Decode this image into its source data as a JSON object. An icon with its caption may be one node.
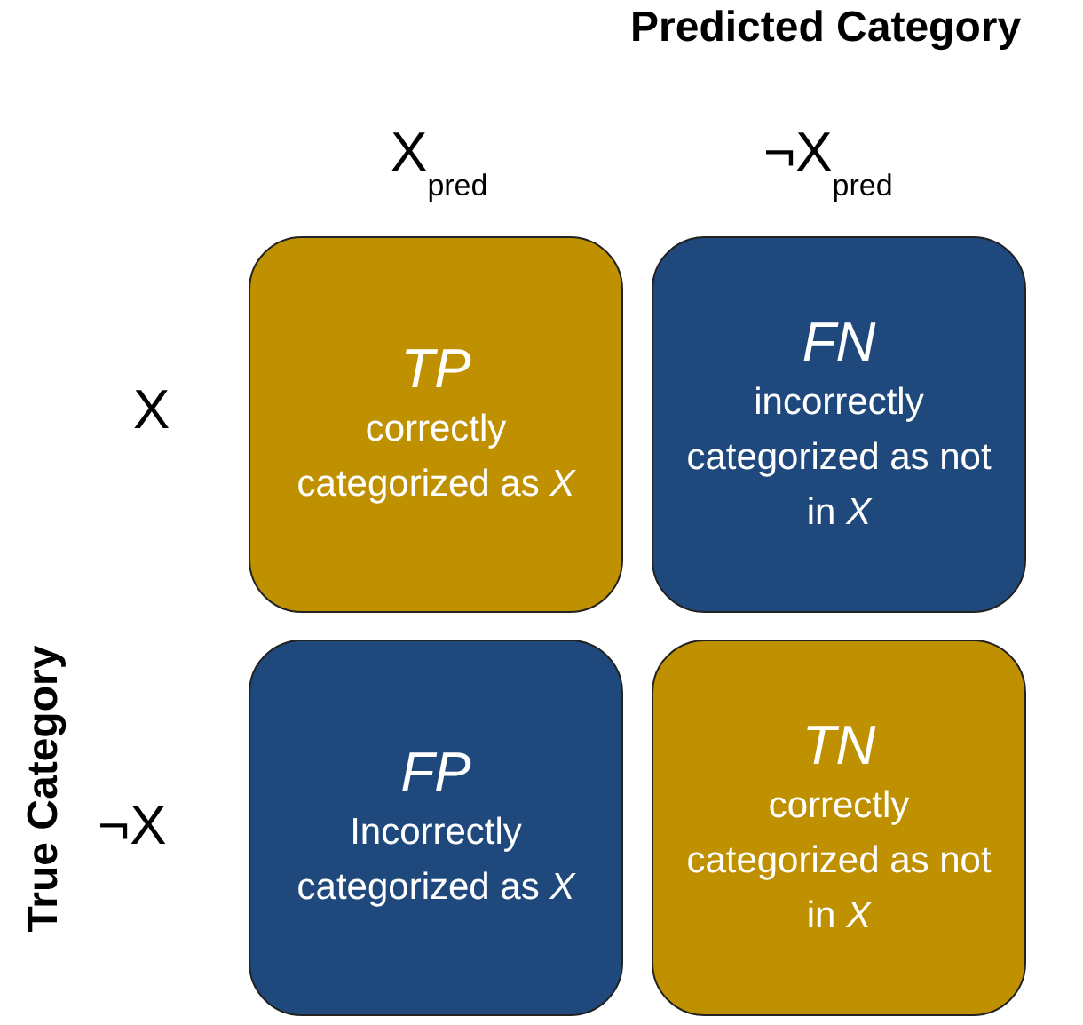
{
  "diagram": {
    "nodes": [
      {
        "text": [
          "TP",
          "correctly categorized as *X*"
        ]
      },
      {
        "text": [
          "FN",
          "incorrectly categorized as not in *X*"
        ]
      },
      {
        "text": [
          "FP",
          "Incorrectly categorized as *X*"
        ]
      },
      {
        "text": [
          "TN",
          "correctly categorized as not in *X*"
        ]
      }
    ],
    "labels": [
      "Predicted Category",
      "X$_{pred}$",
      "¬X$_{pred}$",
      "X",
      "¬X",
      "True Category"
    ]
  }
}
